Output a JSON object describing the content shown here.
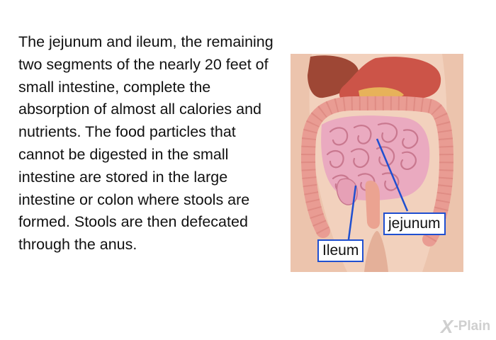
{
  "main": {
    "paragraph": "The jejunum and ileum, the remaining two segments of the nearly 20 feet of small intestine, complete the absorption of almost all calories and nutrients. The food particles that cannot be digested in the small intestine are stored in the large intestine or colon where stools are formed. Stools are then defecated through the anus."
  },
  "illustration": {
    "labels": {
      "jejunum": "jejunum",
      "ileum": "Ileum"
    }
  },
  "brand": {
    "logo_x": "X",
    "logo_text": "-Plain"
  },
  "colors": {
    "label_border": "#1f4fd0",
    "skin": "#f2d0bb",
    "small_intestine": "#e8a7bd",
    "colon": "#ea9c94",
    "stomach": "#c84f45",
    "liver": "#9d4634"
  }
}
